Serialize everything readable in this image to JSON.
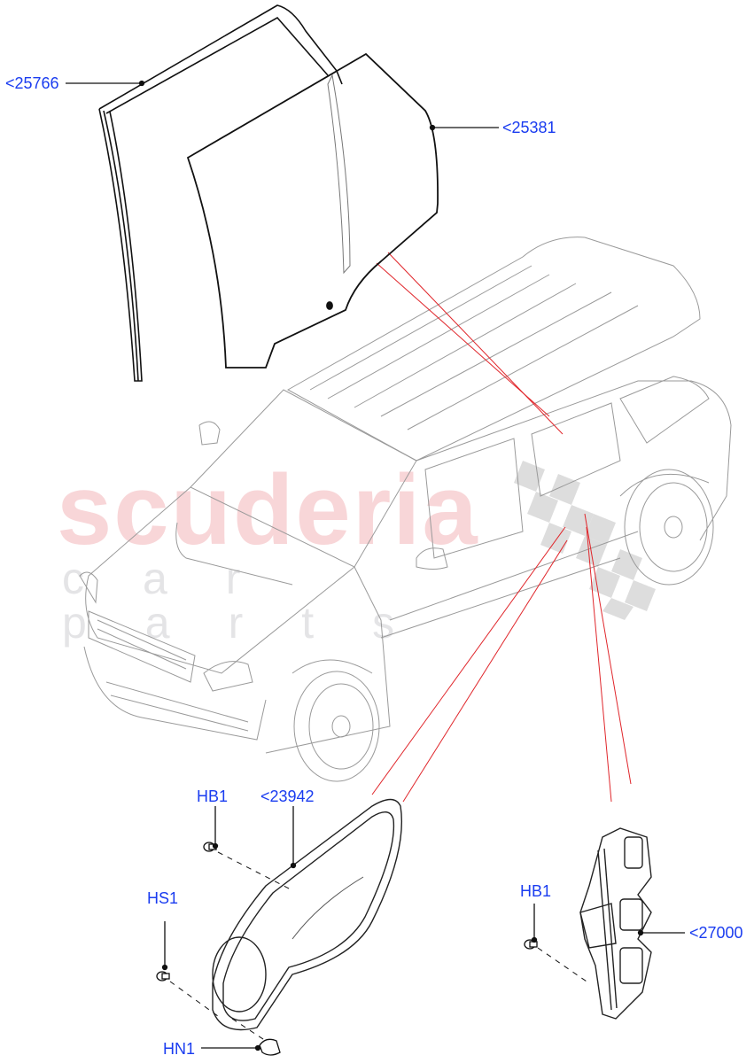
{
  "diagram": {
    "type": "exploded-parts-diagram",
    "subject": "Rear door glass and window regulator",
    "watermark": {
      "main": "scuderia",
      "sub": "car parts"
    },
    "label_color": "#1a3cf0",
    "leader_color_red": "#e0262b"
  },
  "callouts": [
    {
      "id": "c1",
      "text": "<25766",
      "part": "Door glass run channel / weatherstrip"
    },
    {
      "id": "c2",
      "text": "<25381",
      "part": "Door window glass"
    },
    {
      "id": "c3",
      "text": "HB1",
      "part": "Bolt (door module panel)"
    },
    {
      "id": "c4",
      "text": "<23942",
      "part": "Door module panel / carrier"
    },
    {
      "id": "c5",
      "text": "HS1",
      "part": "Screw"
    },
    {
      "id": "c6",
      "text": "HN1",
      "part": "Nut / clip"
    },
    {
      "id": "c7",
      "text": "HB1",
      "part": "Bolt (regulator)"
    },
    {
      "id": "c8",
      "text": "<27000",
      "part": "Window regulator"
    }
  ]
}
